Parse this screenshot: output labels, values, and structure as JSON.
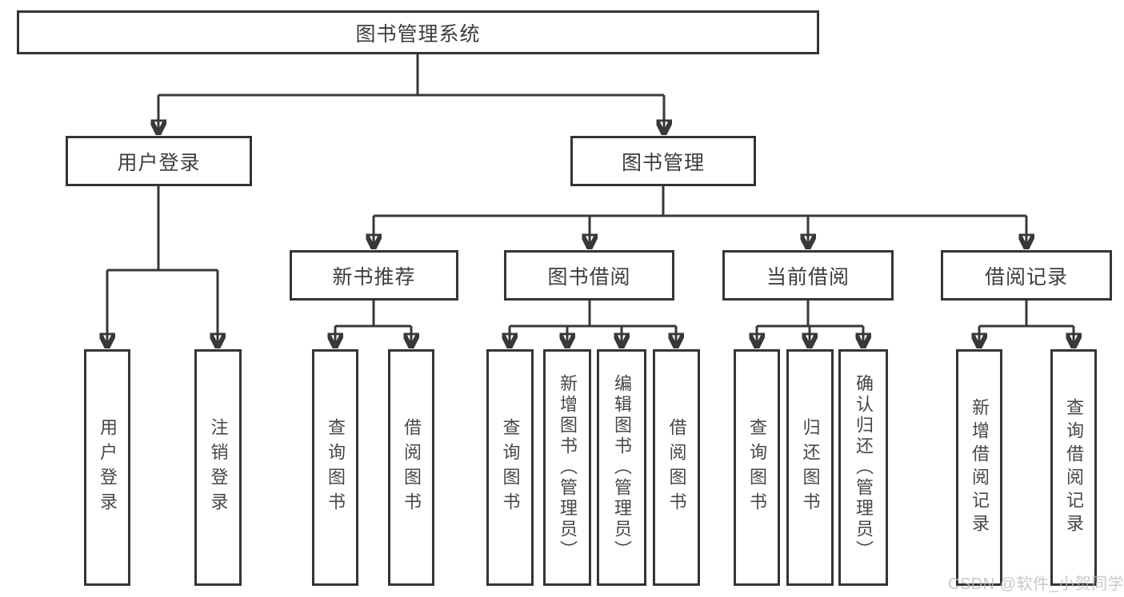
{
  "diagram": {
    "nodes": {
      "root": "图书管理系统",
      "user_login": "用户登录",
      "book_mgmt": "图书管理",
      "new_book_rec": "新书推荐",
      "book_borrow": "图书借阅",
      "current_borrow": "当前借阅",
      "borrow_records": "借阅记录",
      "user_login_leaf": "用户登录",
      "logout_leaf": "注销登录",
      "rec_query": "查询图书",
      "rec_borrow": "借阅图书",
      "bb_query": "查询图书",
      "bb_add": "新增图书（管理员）",
      "bb_edit": "编辑图书（管理员）",
      "bb_borrow": "借阅图书",
      "cb_query": "查询图书",
      "cb_return": "归还图书",
      "cb_confirm": "确认归还（管理员）",
      "br_add": "新增借阅记录",
      "br_query": "查询借阅记录"
    },
    "edges": [
      [
        "图书管理系统",
        "用户登录"
      ],
      [
        "图书管理系统",
        "图书管理"
      ],
      [
        "用户登录",
        "用户登录"
      ],
      [
        "用户登录",
        "注销登录"
      ],
      [
        "图书管理",
        "新书推荐"
      ],
      [
        "图书管理",
        "图书借阅"
      ],
      [
        "图书管理",
        "当前借阅"
      ],
      [
        "图书管理",
        "借阅记录"
      ],
      [
        "新书推荐",
        "查询图书"
      ],
      [
        "新书推荐",
        "借阅图书"
      ],
      [
        "图书借阅",
        "查询图书"
      ],
      [
        "图书借阅",
        "新增图书（管理员）"
      ],
      [
        "图书借阅",
        "编辑图书（管理员）"
      ],
      [
        "图书借阅",
        "借阅图书"
      ],
      [
        "当前借阅",
        "查询图书"
      ],
      [
        "当前借阅",
        "归还图书"
      ],
      [
        "当前借阅",
        "确认归还（管理员）"
      ],
      [
        "借阅记录",
        "新增借阅记录"
      ],
      [
        "借阅记录",
        "查询借阅记录"
      ]
    ]
  },
  "watermark": "CSDN @软件_小贺同学",
  "colors": {
    "line": "#383838",
    "box_border": "#343434",
    "box_fill": "#ffffff",
    "text": "#3d3d3d",
    "watermark": "#bcbcbc",
    "background": "#ffffff"
  }
}
